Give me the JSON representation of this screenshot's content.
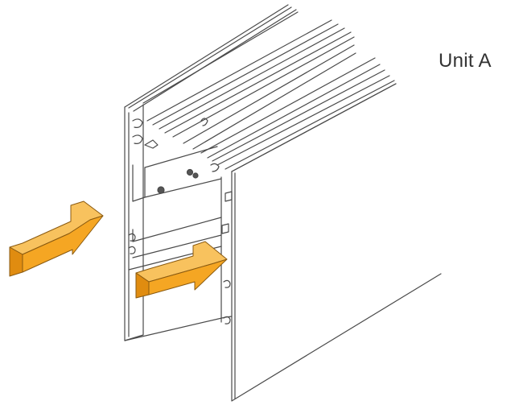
{
  "diagram": {
    "label": "Unit A",
    "colors": {
      "line": "#4a4a4a",
      "background": "#ffffff",
      "arrow_face": "#f5a623",
      "arrow_top": "#f8c25e",
      "arrow_side": "#e08c10",
      "arrow_edge": "#8a5a10"
    },
    "parts": [
      "aluminium-frame-profile",
      "face-panel",
      "insertion-arrow-upper",
      "insertion-arrow-lower"
    ]
  }
}
